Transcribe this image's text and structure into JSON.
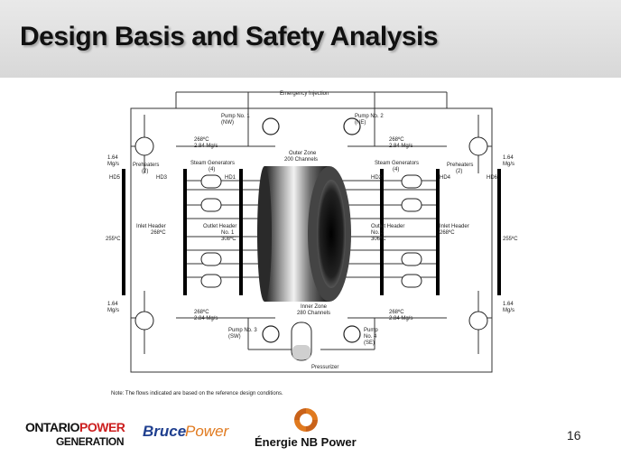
{
  "slide": {
    "title": "Design Basis and Safety Analysis",
    "page_number": "16"
  },
  "diagram": {
    "emergency_injection": "Emergency Injection",
    "pump_nw": [
      "Pump No. 1",
      "(NW)"
    ],
    "pump_ne": [
      "Pump No. 2",
      "(NE)"
    ],
    "pump_sw": [
      "Pump No. 3",
      "(SW)"
    ],
    "pump_se": [
      "Pump",
      "No. 4",
      "(SE)"
    ],
    "temp_flow_top_left": [
      "268ºC",
      "2.84 Mg/s"
    ],
    "temp_flow_top_right": [
      "268ºC",
      "2.84 Mg/s"
    ],
    "temp_flow_bottom_left": [
      "268ºC",
      "2.84 Mg/s"
    ],
    "temp_flow_bottom_right": [
      "268ºC",
      "2.84 Mg/s"
    ],
    "outer_zone": [
      "Outer Zone",
      "200 Channels"
    ],
    "inner_zone": [
      "Inner Zone",
      "280 Channels"
    ],
    "steam_generators_left": [
      "Steam Generators",
      "(4)"
    ],
    "steam_generators_right": [
      "Steam Generators",
      "(4)"
    ],
    "preheaters_left": [
      "Preheaters",
      "(2)"
    ],
    "preheaters_right": [
      "Preheaters",
      "(2)"
    ],
    "flow_top_left": [
      "1.64",
      "Mg/s"
    ],
    "flow_top_right": [
      "1.64",
      "Mg/s"
    ],
    "flow_bottom_left": [
      "1.64",
      "Mg/s"
    ],
    "flow_bottom_right": [
      "1.64",
      "Mg/s"
    ],
    "hd5": "HD5",
    "hd3": "HD3",
    "hd1": "HD1",
    "hd2": "HD2",
    "hd4": "HD4",
    "hd6": "HD6",
    "inlet_header_left": [
      "Inlet Header",
      "268ºC"
    ],
    "inlet_header_right": [
      "Inlet Header",
      "268ºC"
    ],
    "outlet_header_1": [
      "Outlet Header",
      "No. 1",
      "308ºC"
    ],
    "outlet_header_2": [
      "Outlet Header",
      "No. 2",
      "306ºC"
    ],
    "temp_left": "255ºC",
    "temp_right": "255ºC",
    "pressurizer": "Pressurizer",
    "note": "Note: The flows indicated are based on the reference design conditions."
  },
  "logos": {
    "opg_line1_a": "ONTARIO",
    "opg_line1_b": "POWER",
    "opg_line2": "GENERATION",
    "bruce_a": "Bruce",
    "bruce_b": "Power",
    "nb": "Énergie NB Power"
  },
  "colors": {
    "header_bg": "#dcdcdc",
    "opg_red": "#cc1f1f",
    "bruce_blue": "#1f3f8f",
    "bruce_orange": "#e07a1f",
    "nb_orange": "#e07a1f"
  }
}
